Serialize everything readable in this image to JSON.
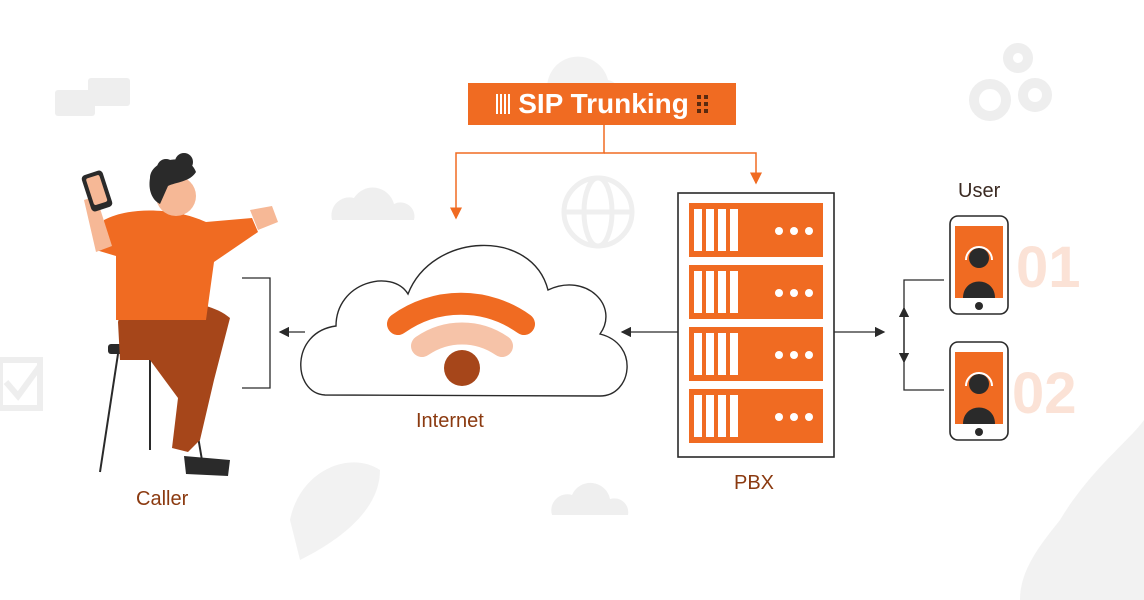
{
  "header": {
    "title": "SIP Trunking"
  },
  "nodes": {
    "caller": "Caller",
    "internet": "Internet",
    "pbx": "PBX",
    "user": "User"
  },
  "users": [
    {
      "number": "01"
    },
    {
      "number": "02"
    }
  ],
  "colors": {
    "accent": "#f06b22",
    "dark_brown": "#8b3a10",
    "peach": "#f6c3a8",
    "faint_icons": "#eeeeee"
  },
  "icons": [
    "chat-icon",
    "gear-icon",
    "globe-icon",
    "cloud-icon",
    "checkbox-icon",
    "leaf-icon",
    "wifi-icon",
    "server-icon",
    "headset-user-icon",
    "phone-icon"
  ]
}
